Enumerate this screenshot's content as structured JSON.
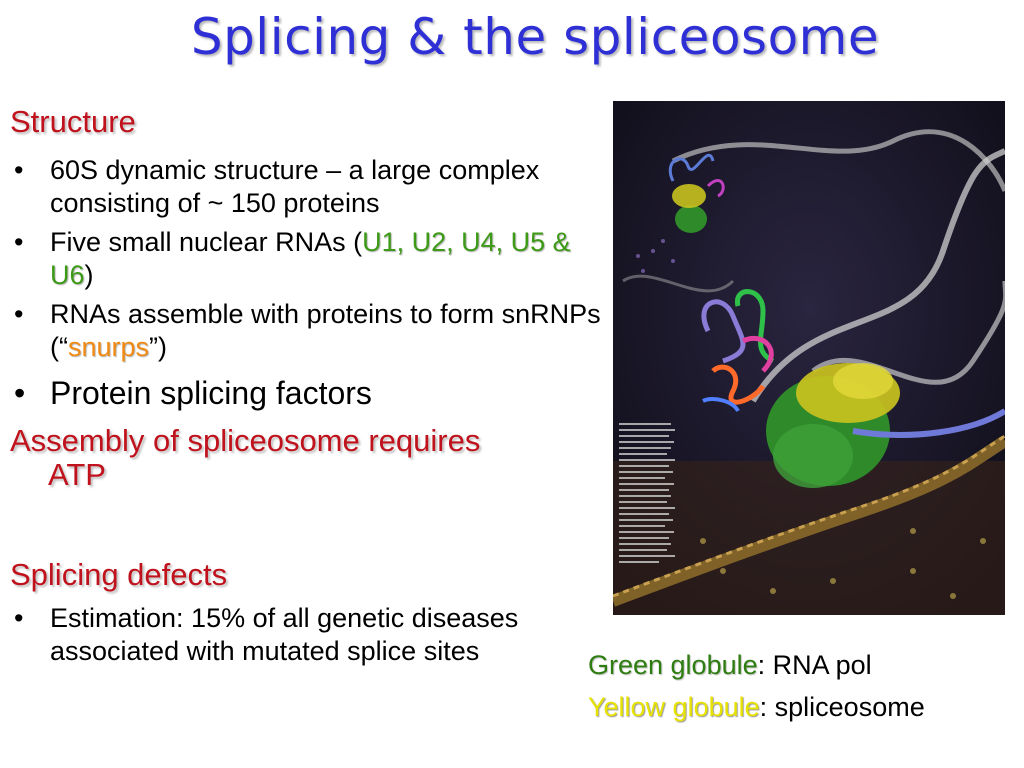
{
  "title": "Splicing & the spliceosome",
  "structure": {
    "heading": "Structure",
    "bullets": [
      {
        "text": "60S dynamic structure – a large complex consisting of ~ 150 proteins"
      },
      {
        "pre": "Five small nuclear RNAs (",
        "highlight": "U1, U2, U4, U5 &  U6",
        "post": ")"
      },
      {
        "pre": "RNAs assemble with proteins to form snRNPs (“",
        "highlight": "snurps",
        "post": "”)"
      },
      {
        "text": "Protein splicing factors"
      }
    ]
  },
  "assembly": {
    "line1": "Assembly of spliceosome requires",
    "line2": "ATP"
  },
  "defects": {
    "heading": "Splicing defects",
    "bullets": [
      {
        "text": "Estimation: 15% of all genetic diseases associated with mutated splice sites"
      }
    ]
  },
  "captions": [
    {
      "label": "Green globule",
      "rest": ": RNA pol"
    },
    {
      "label": "Yellow globule",
      "rest": ": spliceosome"
    }
  ],
  "illustration": {
    "type": "molecular-illustration",
    "colors": {
      "background": "#14121f",
      "rna_pol": "#2f8a2a",
      "spliceosome": "#c9c21f",
      "dna": "#8a6a2a",
      "rna_strand": "#bfbfbf"
    }
  },
  "bullet_char": "•"
}
